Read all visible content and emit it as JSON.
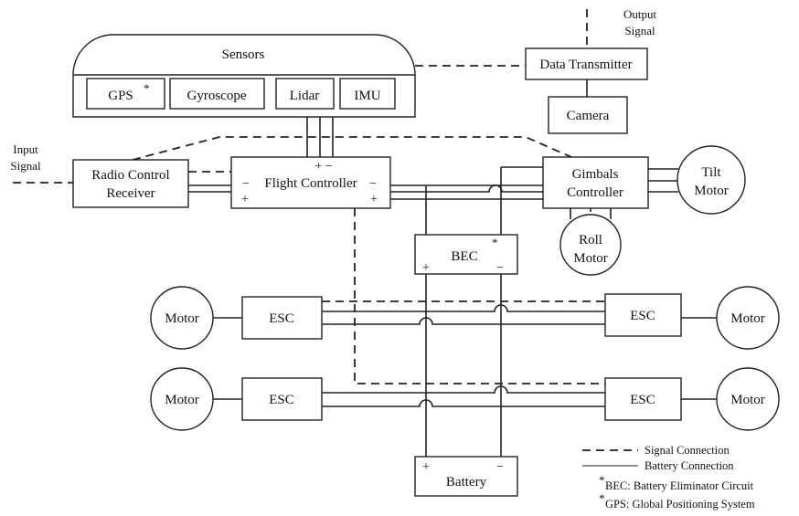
{
  "labels": {
    "sensors": "Sensors",
    "gps": "GPS",
    "gps_star": "*",
    "gyroscope": "Gyroscope",
    "lidar": "Lidar",
    "imu": "IMU",
    "data_transmitter": "Data Transmitter",
    "camera": "Camera",
    "output_signal_1": "Output",
    "output_signal_2": "Signal",
    "input_signal_1": "Input",
    "input_signal_2": "Signal",
    "rc_receiver_1": "Radio Control",
    "rc_receiver_2": "Receiver",
    "flight_controller": "Flight Controller",
    "gimbals_controller_1": "Gimbals",
    "gimbals_controller_2": "Controller",
    "tilt_motor_1": "Tilt",
    "tilt_motor_2": "Motor",
    "roll_motor_1": "Roll",
    "roll_motor_2": "Motor",
    "bec": "BEC",
    "bec_star": "*",
    "esc": "ESC",
    "motor": "Motor",
    "battery": "Battery",
    "plus": "+",
    "minus": "−",
    "pm": "+ −"
  },
  "legend": {
    "signal": "Signal Connection",
    "battery": "Battery Connection",
    "bec_note": "BEC: Battery Eliminator Circuit",
    "gps_note": "GPS: Global Positioning System",
    "star": "*"
  }
}
